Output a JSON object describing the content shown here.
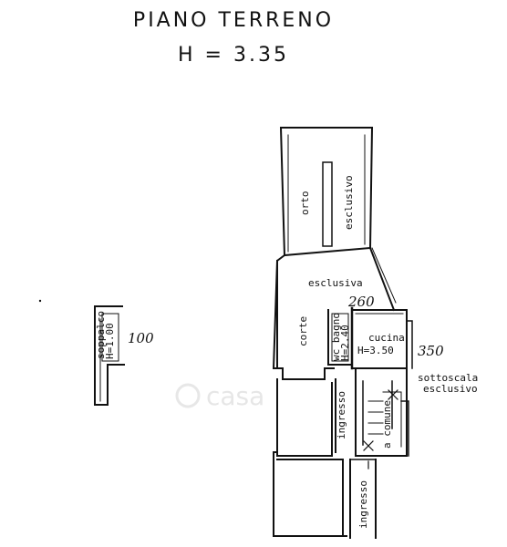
{
  "header": {
    "title": "PIANO  TERRENO",
    "height": "H = 3.35"
  },
  "rooms": {
    "orto": "orto",
    "orto_esclusivo": "esclusivo",
    "esclusiva": "esclusiva",
    "corte": "corte",
    "wc_bagno": "wc bagno",
    "wc_height": "H=2.40",
    "cucina": "cucina",
    "cucina_height": "H=3.50",
    "sottoscala": "sottoscala",
    "sottoscala_esclusivo": "esclusivo",
    "ingresso_upper": "ingresso",
    "a_comune": "a comune",
    "ingresso_lower": "ingresso",
    "soppalco": "soppalco",
    "soppalco_height": "H=1.00"
  },
  "annotations": {
    "dim_260": "260",
    "dim_350": "350",
    "dim_100": "100"
  },
  "watermark": "casa"
}
